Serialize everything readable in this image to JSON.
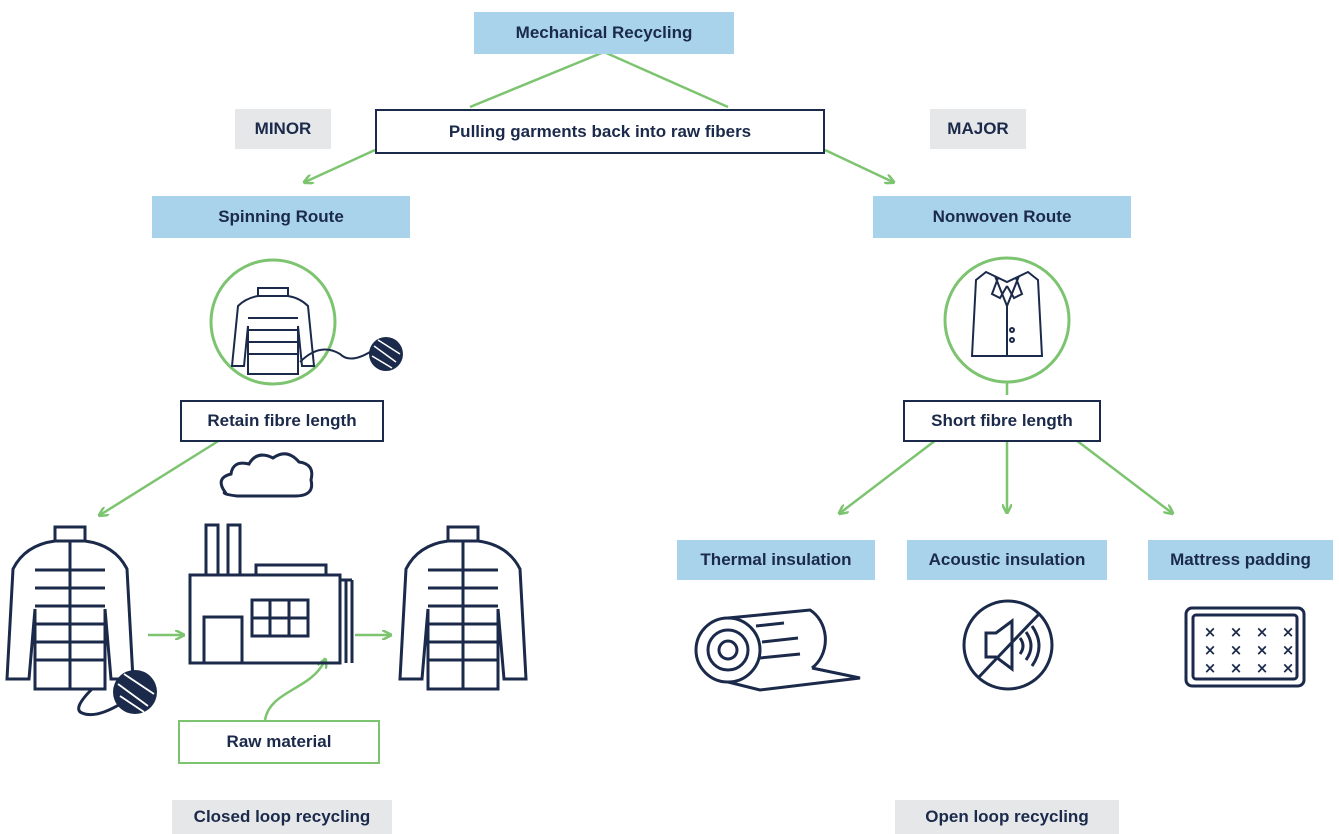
{
  "title": "Mechanical Recycling",
  "subtitle": "Pulling garments back into raw fibers",
  "minor_label": "MINOR",
  "major_label": "MAJOR",
  "spinning": {
    "route": "Spinning Route",
    "fibre": "Retain fibre length",
    "raw_material": "Raw material",
    "loop": "Closed loop recycling"
  },
  "nonwoven": {
    "route": "Nonwoven Route",
    "fibre": "Short fibre length",
    "outputs": [
      "Thermal insulation",
      "Acoustic insulation",
      "Mattress padding"
    ],
    "loop": "Open loop recycling"
  },
  "colors": {
    "navy": "#1b2a4a",
    "green": "#7dc470",
    "blue": "#a8d3ea",
    "gray": "#e6e7e9"
  },
  "icons": [
    "sweater-yarn-icon",
    "jacket-icon",
    "factory-icon",
    "sweater-icon",
    "insulation-roll-icon",
    "mute-speaker-icon",
    "mattress-icon"
  ]
}
